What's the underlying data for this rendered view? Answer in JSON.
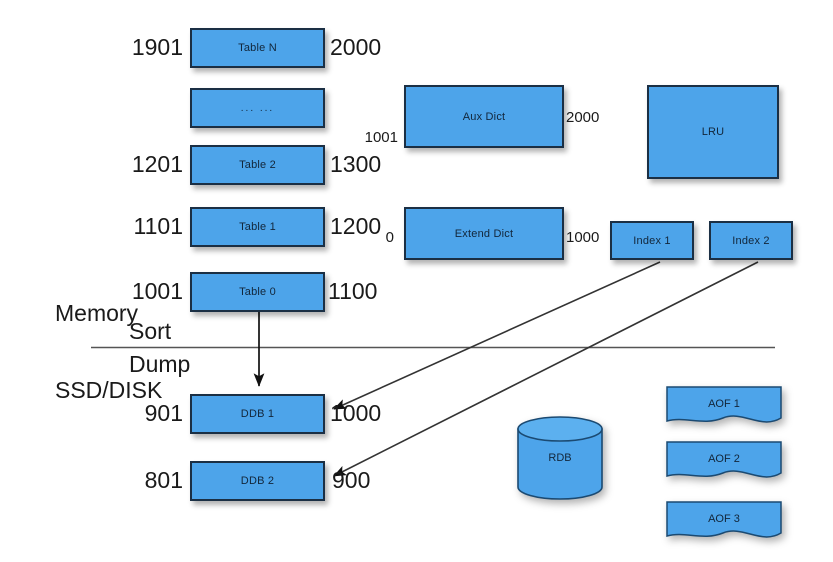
{
  "diagram": {
    "title": "Memory and SSD/DISK storage layout",
    "colors": {
      "node_fill": "#4da4ea",
      "node_border": "#1b2f44",
      "node_text": "#12263a",
      "number_text": "#1a1a1a",
      "line": "#3a3a3a",
      "background": "#ffffff"
    },
    "regions": [
      {
        "name": "memory",
        "label": "Memory"
      },
      {
        "name": "sort",
        "label": "Sort"
      },
      {
        "name": "dump",
        "label": "Dump"
      },
      {
        "name": "ssd-disk",
        "label": "SSD/DISK"
      }
    ],
    "memory_tables": [
      {
        "name": "table-n",
        "label": "Table N",
        "start": "1901",
        "end": "2000"
      },
      {
        "name": "table-ellipsis",
        "label": "... ...",
        "start": "",
        "end": ""
      },
      {
        "name": "table-2",
        "label": "Table 2",
        "start": "1201",
        "end": "1300"
      },
      {
        "name": "table-1",
        "label": "Table 1",
        "start": "1101",
        "end": "1200"
      },
      {
        "name": "table-0",
        "label": "Table 0",
        "start": "1001",
        "end": "1100"
      }
    ],
    "dicts": [
      {
        "name": "aux-dict",
        "label": "Aux Dict",
        "start": "1001",
        "end": "2000"
      },
      {
        "name": "extend-dict",
        "label": "Extend Dict",
        "start": "0",
        "end": "1000"
      }
    ],
    "cache": {
      "name": "lru",
      "label": "LRU"
    },
    "indexes": [
      {
        "name": "index-1",
        "label": "Index 1"
      },
      {
        "name": "index-2",
        "label": "Index 2"
      }
    ],
    "disk_tables": [
      {
        "name": "ddb-1",
        "label": "DDB 1",
        "start": "901",
        "end": "1000"
      },
      {
        "name": "ddb-2",
        "label": "DDB 2",
        "start": "801",
        "end": "900"
      }
    ],
    "persistence": {
      "rdb": {
        "name": "rdb",
        "label": "RDB"
      },
      "aof": [
        {
          "name": "aof-1",
          "label": "AOF 1"
        },
        {
          "name": "aof-2",
          "label": "AOF 2"
        },
        {
          "name": "aof-3",
          "label": "AOF 3"
        }
      ]
    },
    "connections": [
      {
        "name": "table0-to-ddb1",
        "from": "Table 0",
        "to": "DDB 1",
        "style": "vertical-arrow"
      },
      {
        "name": "index1-to-ddb1",
        "from": "Index 1",
        "to": "DDB 1",
        "style": "diagonal-arrow"
      },
      {
        "name": "index2-to-ddb2",
        "from": "Index 2",
        "to": "DDB 2",
        "style": "diagonal-arrow"
      }
    ]
  }
}
